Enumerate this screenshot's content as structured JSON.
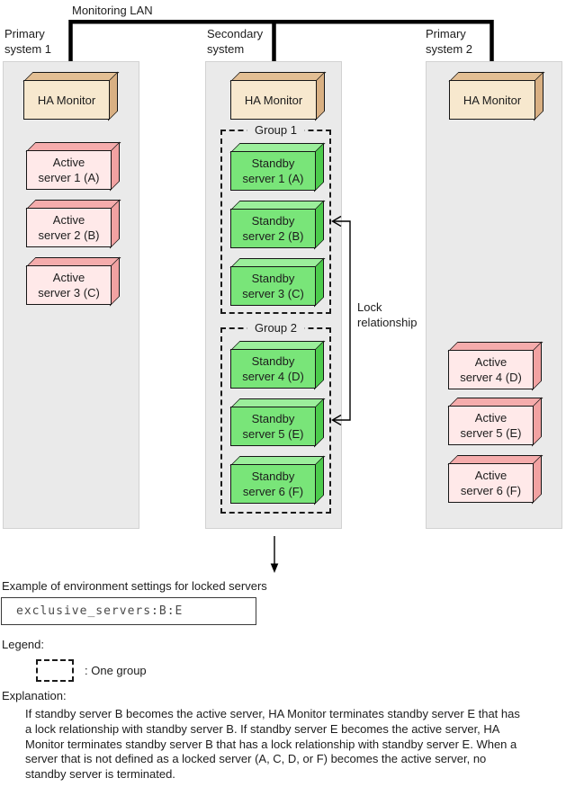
{
  "lan": {
    "label": "Monitoring LAN"
  },
  "columns": {
    "primary1": {
      "title_line1": "Primary",
      "title_line2": "system 1",
      "monitor": "HA Monitor",
      "servers": [
        {
          "line1": "Active",
          "line2": "server 1 (A)"
        },
        {
          "line1": "Active",
          "line2": "server 2 (B)"
        },
        {
          "line1": "Active",
          "line2": "server 3 (C)"
        }
      ]
    },
    "secondary": {
      "title_line1": "Secondary",
      "title_line2": "system",
      "monitor": "HA Monitor",
      "groups": [
        {
          "label": "Group 1",
          "servers": [
            {
              "line1": "Standby",
              "line2": "server 1 (A)"
            },
            {
              "line1": "Standby",
              "line2": "server 2 (B)"
            },
            {
              "line1": "Standby",
              "line2": "server 3 (C)"
            }
          ]
        },
        {
          "label": "Group 2",
          "servers": [
            {
              "line1": "Standby",
              "line2": "server 4 (D)"
            },
            {
              "line1": "Standby",
              "line2": "server 5 (E)"
            },
            {
              "line1": "Standby",
              "line2": "server 6 (F)"
            }
          ]
        }
      ]
    },
    "primary2": {
      "title_line1": "Primary",
      "title_line2": "system 2",
      "monitor": "HA Monitor",
      "servers": [
        {
          "line1": "Active",
          "line2": "server 4 (D)"
        },
        {
          "line1": "Active",
          "line2": "server 5 (E)"
        },
        {
          "line1": "Active",
          "line2": "server 6 (F)"
        }
      ]
    }
  },
  "lock": {
    "label_line1": "Lock",
    "label_line2": "relationship"
  },
  "settings": {
    "caption": "Example of environment settings for locked servers",
    "code": "exclusive_servers:B:E"
  },
  "legend": {
    "title": "Legend:",
    "item_label": ": One group"
  },
  "explanation": {
    "title": "Explanation:",
    "lines": [
      "If standby server B becomes the active server, HA Monitor terminates standby server E that has",
      "a lock relationship with standby server B. If standby server E becomes the active server, HA",
      "Monitor terminates standby server B that has a lock relationship with standby server E. When a",
      "server that is not defined as a locked server (A, C, D, or F) becomes the active server, no",
      "standby server is terminated."
    ]
  },
  "colors": {
    "panel-bg": "#EAEAEA",
    "panel-border": "#D2D2D2",
    "monitor-front": "#F7E8CE",
    "monitor-top": "#E3BF94",
    "monitor-side": "#D9B083",
    "active-front": "#FFE9E9",
    "active-top": "#F5ACAC",
    "active-side": "#F2A2A2",
    "standby-front": "#79E579",
    "standby-top": "#9BEE9B",
    "standby-side": "#4CCB4C",
    "line": "#000000",
    "box-border": "#161616",
    "code-text": "#4A4A4A",
    "text": "#1C1C1C"
  }
}
